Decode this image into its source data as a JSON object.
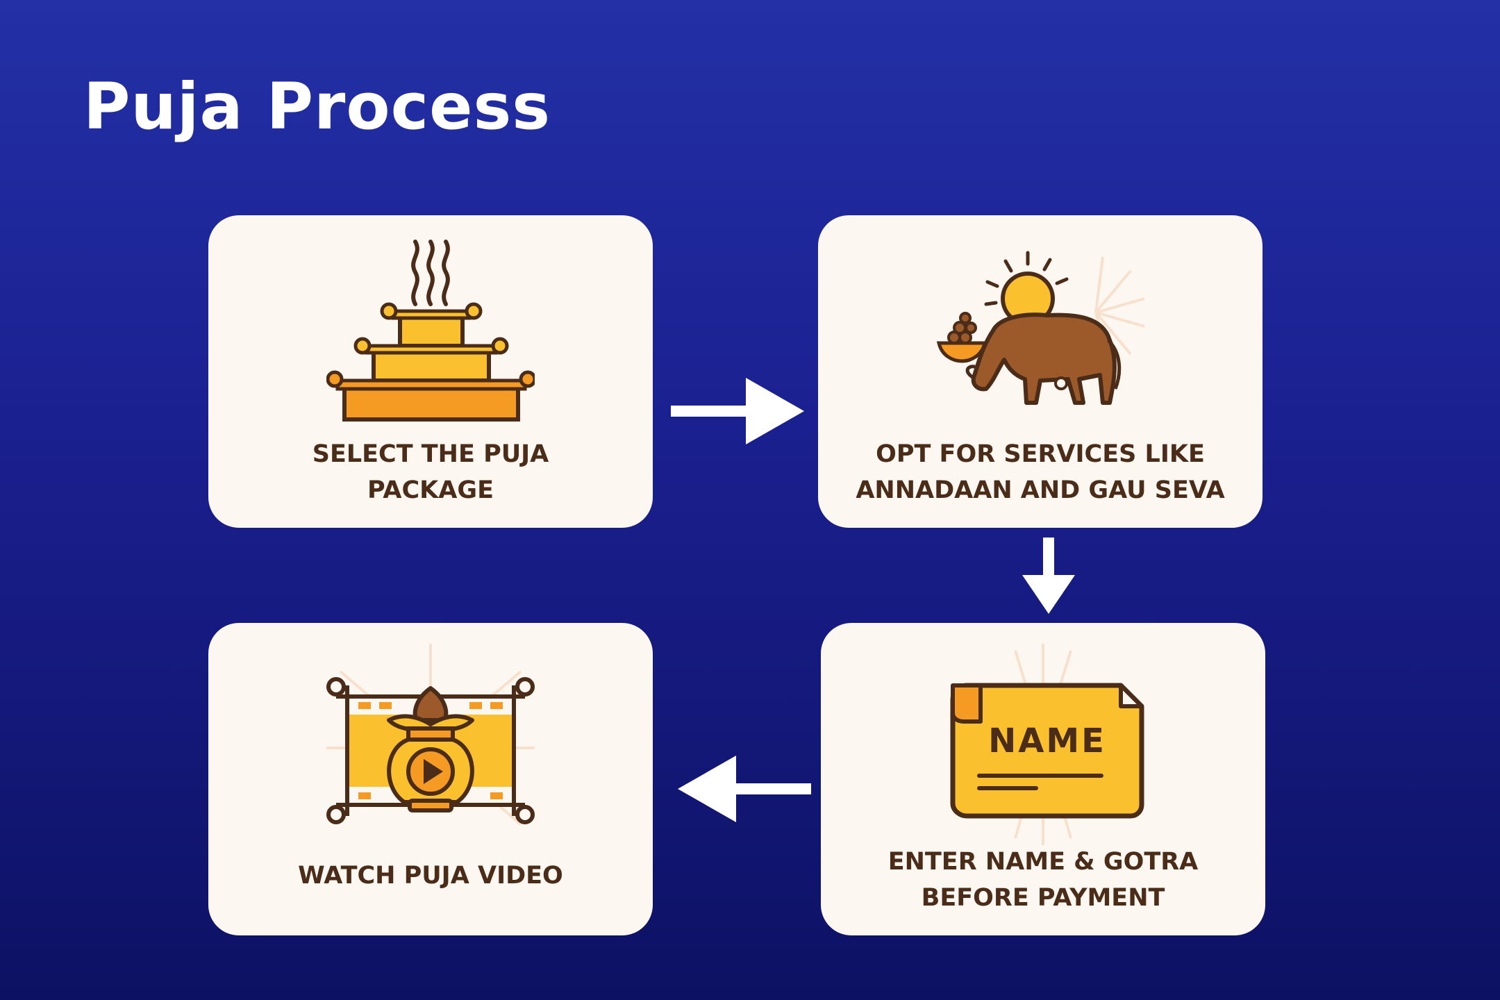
{
  "title": "Puja Process",
  "colors": {
    "background_top": "#2330a6",
    "background_bottom": "#0d1163",
    "card": "#fdf7f2",
    "text": "#4a2c18",
    "icon_outline": "#4a2c18",
    "icon_yellow": "#fbc02d",
    "icon_orange": "#f59a23",
    "icon_brown": "#9c5a2b",
    "arrow": "#ffffff"
  },
  "steps": [
    {
      "line1": "SELECT THE PUJA",
      "line2": "PACKAGE",
      "icon": "havan-kund-icon"
    },
    {
      "line1": "OPT FOR SERVICES LIKE",
      "line2": "ANNADAAN AND GAU SEVA",
      "icon": "cow-sun-offering-icon"
    },
    {
      "line1": "ENTER NAME & GOTRA",
      "line2": "BEFORE PAYMENT",
      "icon": "name-scroll-icon",
      "icon_text": "NAME"
    },
    {
      "line1": "WATCH PUJA VIDEO",
      "line2": "",
      "icon": "kalash-video-icon"
    }
  ]
}
